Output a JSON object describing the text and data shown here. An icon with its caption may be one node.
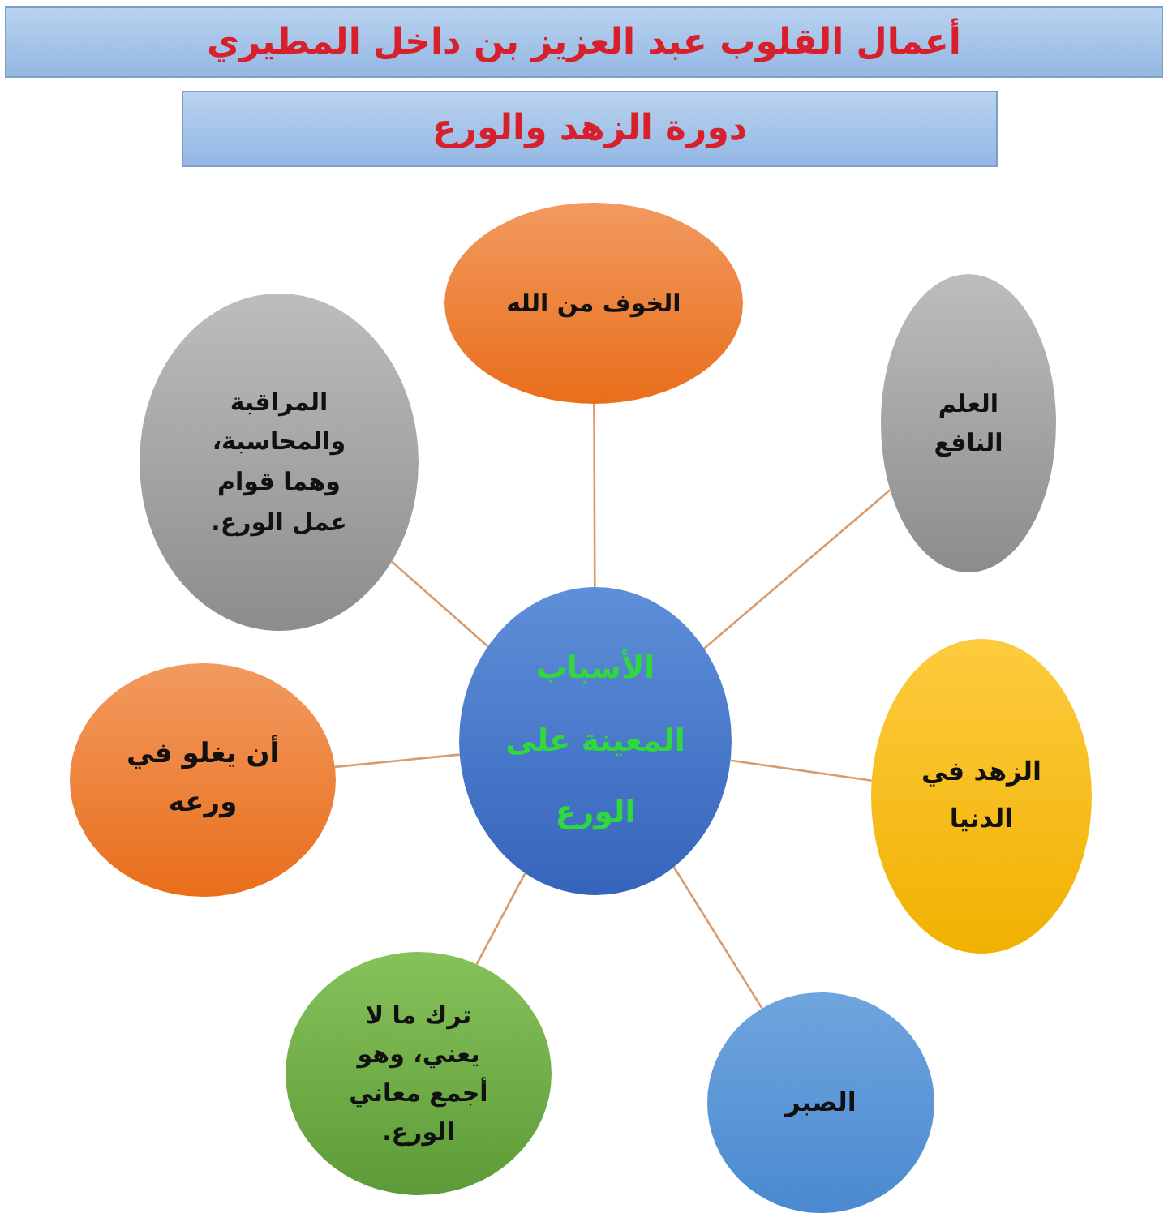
{
  "diagram": {
    "nodes": [
      {
        "text": [
          "أعمال القلوب عبد العزيز بن داخل المطيري"
        ]
      },
      {
        "text": [
          "دورة الزهد والورع"
        ]
      },
      {
        "text": [
          "الخوف من الله"
        ]
      },
      {
        "text": [
          "المراقبة والمحاسبة، وهما قوام عمل الورع."
        ]
      },
      {
        "text": [
          "العلم النافع"
        ]
      },
      {
        "text": [
          "الأسباب المعينة على الورع"
        ]
      },
      {
        "text": [
          "أن يغلو في ورعه"
        ]
      },
      {
        "text": [
          "الزهد في الدنيا"
        ]
      },
      {
        "text": [
          "ترك ما لا يعني، وهو أجمع معاني الورع."
        ]
      },
      {
        "text": [
          "الصبر"
        ]
      }
    ],
    "edges": [
      {
        "from": 5,
        "to": 2,
        "arrow": "none"
      },
      {
        "from": 5,
        "to": 3,
        "arrow": "none"
      },
      {
        "from": 5,
        "to": 4,
        "arrow": "none"
      },
      {
        "from": 5,
        "to": 6,
        "arrow": "none"
      },
      {
        "from": 5,
        "to": 7,
        "arrow": "none"
      },
      {
        "from": 5,
        "to": 8,
        "arrow": "none"
      },
      {
        "from": 5,
        "to": 9,
        "arrow": "none"
      }
    ]
  }
}
